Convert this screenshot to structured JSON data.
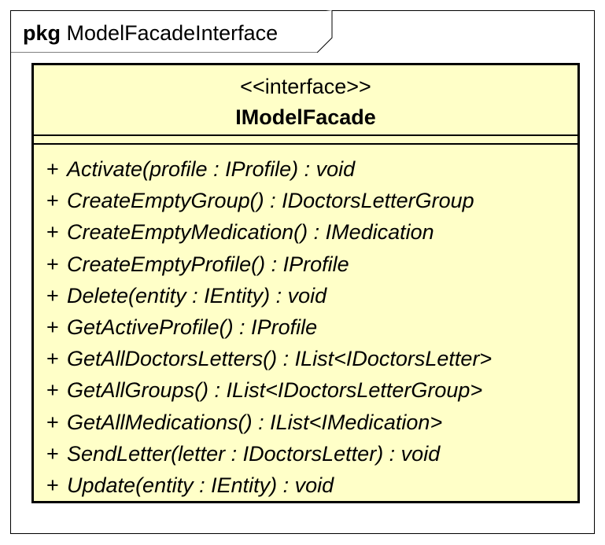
{
  "package": {
    "keyword": "pkg",
    "name": "ModelFacadeInterface"
  },
  "class": {
    "stereotype": "<<interface>>",
    "name": "IModelFacade",
    "fill_color": "#ffffc8",
    "operations": [
      {
        "visibility": "+",
        "signature": "Activate(profile : IProfile) : void"
      },
      {
        "visibility": "+",
        "signature": "CreateEmptyGroup() : IDoctorsLetterGroup"
      },
      {
        "visibility": "+",
        "signature": "CreateEmptyMedication() : IMedication"
      },
      {
        "visibility": "+",
        "signature": "CreateEmptyProfile() : IProfile"
      },
      {
        "visibility": "+",
        "signature": "Delete(entity : IEntity) : void"
      },
      {
        "visibility": "+",
        "signature": "GetActiveProfile() : IProfile"
      },
      {
        "visibility": "+",
        "signature": "GetAllDoctorsLetters() : IList<IDoctorsLetter>"
      },
      {
        "visibility": "+",
        "signature": "GetAllGroups() : IList<IDoctorsLetterGroup>"
      },
      {
        "visibility": "+",
        "signature": "GetAllMedications() : IList<IMedication>"
      },
      {
        "visibility": "+",
        "signature": "SendLetter(letter : IDoctorsLetter) : void"
      },
      {
        "visibility": "+",
        "signature": "Update(entity : IEntity) : void"
      }
    ]
  }
}
